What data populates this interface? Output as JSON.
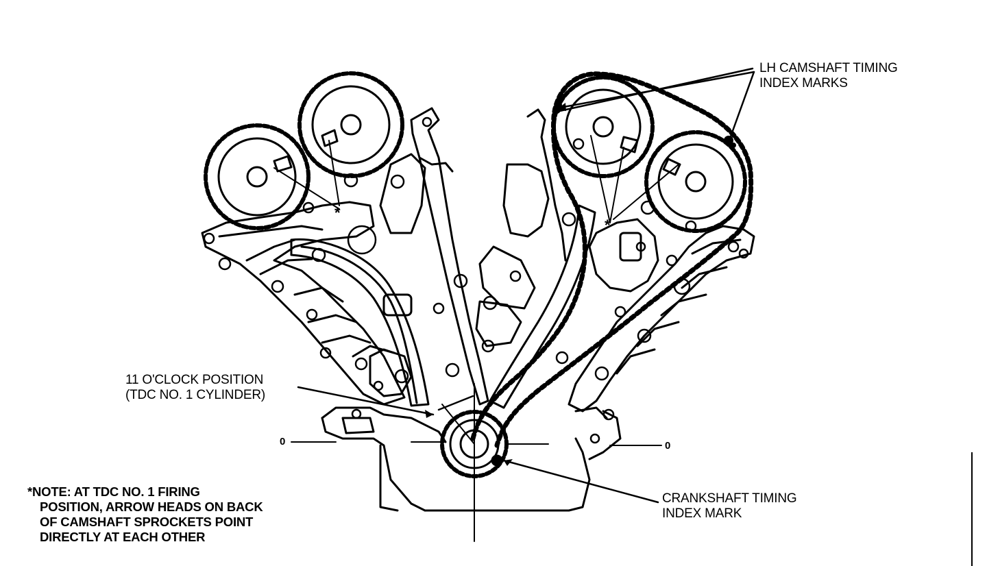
{
  "labels": {
    "lh_camshaft": {
      "line1": "LH CAMSHAFT TIMING",
      "line2": "INDEX MARKS"
    },
    "clock_position": {
      "line1": "11 O'CLOCK POSITION",
      "line2": "(TDC NO. 1 CYLINDER)"
    },
    "crankshaft": {
      "line1": "CRANKSHAFT TIMING",
      "line2": "INDEX MARK"
    },
    "zero_left": "0",
    "zero_right": "0"
  },
  "note": {
    "line1": "*NOTE: AT TDC NO. 1 FIRING",
    "line2": "POSITION, ARROW HEADS ON BACK",
    "line3": "OF CAMSHAFT SPROCKETS POINT",
    "line4": "DIRECTLY AT EACH OTHER"
  }
}
